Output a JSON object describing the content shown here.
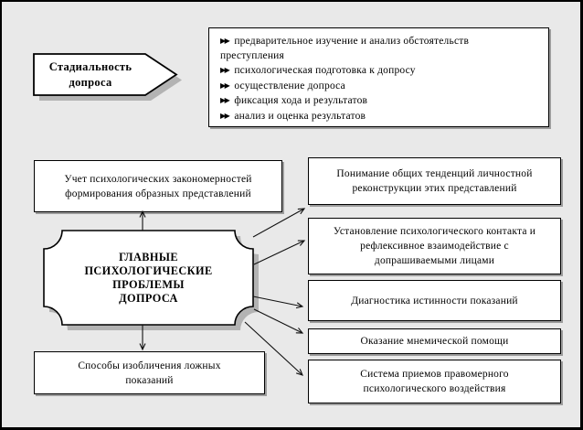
{
  "colors": {
    "background": "#e9e9e9",
    "box_fill": "#ffffff",
    "line": "#000000",
    "shape_shadow": "#b3b3b3",
    "box_shadow": "#9c9c9c"
  },
  "stage_callout": {
    "label": "Стадиальность\nдопроса"
  },
  "stages_list": {
    "bullet": "▶▶",
    "items": [
      "предварительное изучение и анализ обстоятельств\nпреступления",
      "психологическая подготовка к допросу",
      "осуществление допроса",
      "фиксация хода и результатов",
      "анализ и оценка результатов"
    ]
  },
  "central_plaque": {
    "label": "ГЛАВНЫЕ\nПСИХОЛОГИЧЕСКИЕ\nПРОБЛЕМЫ\nДОПРОСА"
  },
  "left_top_box": {
    "text": "Учет психологических закономерностей\nформирования образных представлений"
  },
  "left_bottom_box": {
    "text": "Способы изобличения ложных\nпоказаний"
  },
  "right_boxes": [
    {
      "text": "Понимание общих тенденций личностной\nреконструкции этих представлений"
    },
    {
      "text": "Установление психологического контакта и\nрефлексивное взаимодействие с\nдопрашиваемыми лицами"
    },
    {
      "text": "Диагностика истинности показаний"
    },
    {
      "text": "Оказание мнемической помощи"
    },
    {
      "text": "Система приемов правомерного\nпсихологического воздействия"
    }
  ]
}
